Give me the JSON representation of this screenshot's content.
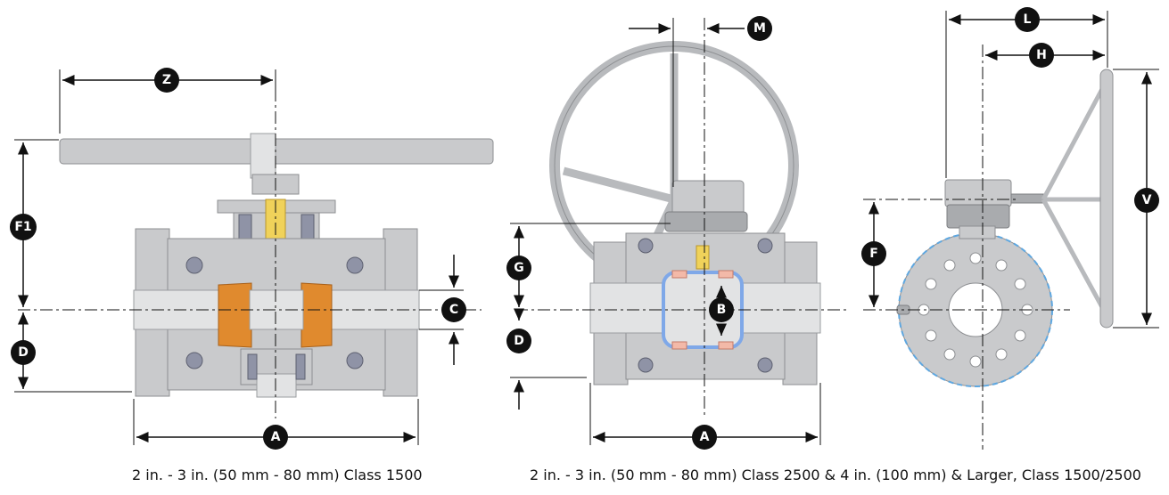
{
  "captions": {
    "left": "2 in. - 3 in. (50 mm - 80 mm) Class 1500",
    "right": "2 in. - 3 in. (50 mm - 80 mm) Class 2500 & 4 in. (100 mm) & Larger, Class 1500/2500"
  },
  "labels": {
    "z": "Z",
    "f1": "F1",
    "d_left": "D",
    "c": "C",
    "a_left": "A",
    "m": "M",
    "g": "G",
    "b": "B",
    "d_right": "D",
    "a_right": "A",
    "l": "L",
    "h": "H",
    "f": "F",
    "v": "V"
  },
  "colors": {
    "metal": "#c9cacc",
    "ball_seat": "#e08a2e",
    "stem": "#f0d25a",
    "bolt": "#8f93a6",
    "dimension_badge": "#111111"
  }
}
